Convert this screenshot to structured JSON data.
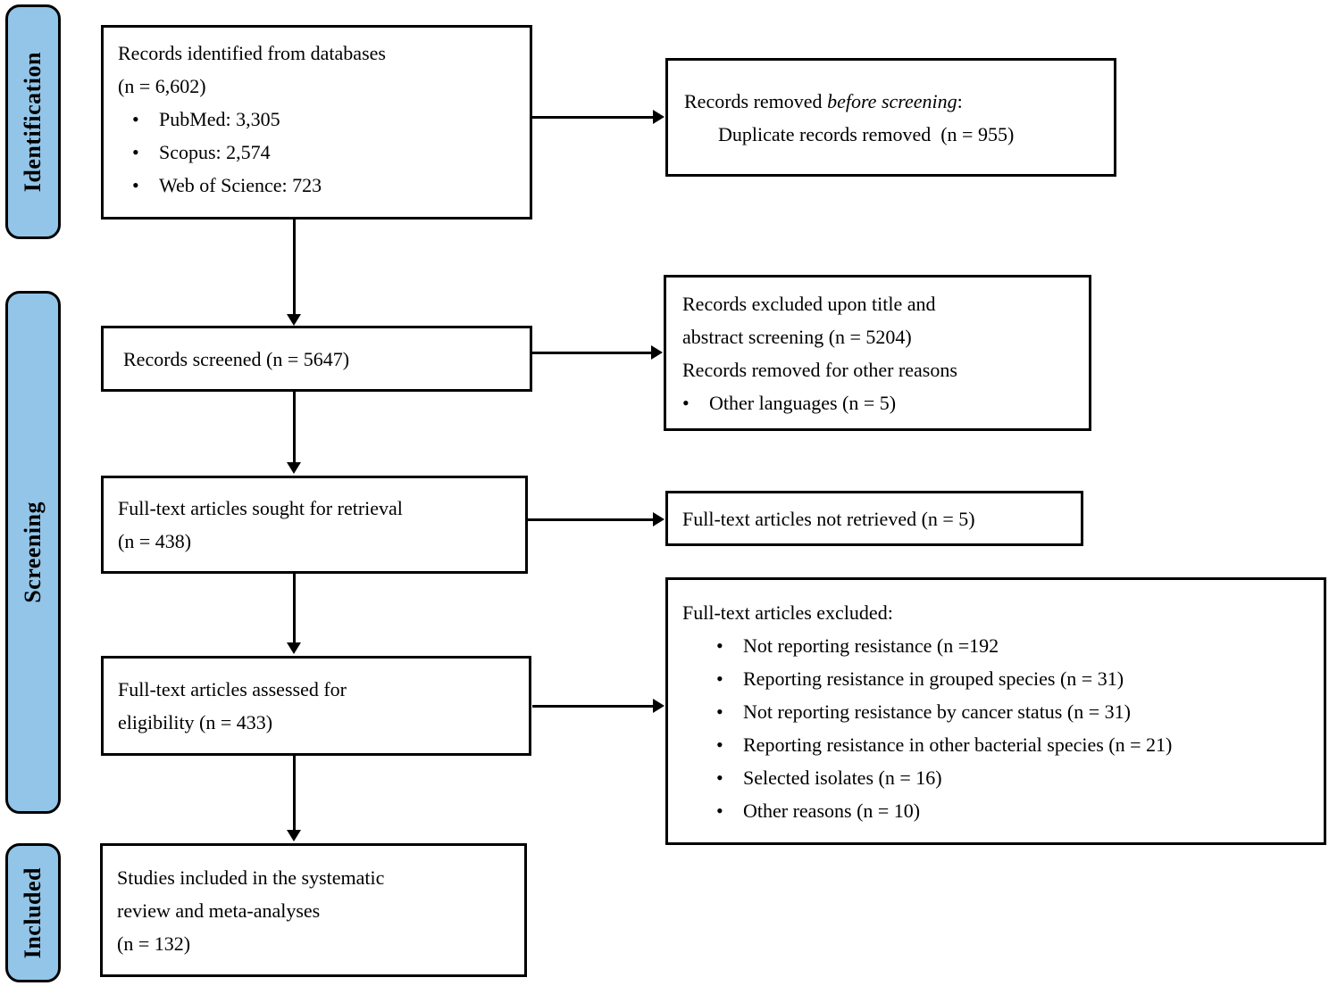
{
  "bullet_char": "•",
  "colors": {
    "stage_fill": "#92C5E8",
    "box_border": "#000000",
    "background": "#FFFFFF"
  },
  "stages": {
    "identification": "Identification",
    "screening": "Screening",
    "included": "Included"
  },
  "boxes": {
    "records_identified": {
      "line1": "Records identified from databases",
      "line2": "(n = 6,602)",
      "bullets": [
        "PubMed: 3,305",
        "Scopus: 2,574",
        "Web of Science: 723"
      ]
    },
    "records_removed": {
      "line1_prefix": "Records removed ",
      "line1_italic": "before screening",
      "line1_suffix": ":",
      "line2": "Duplicate records removed  (n = 955)"
    },
    "records_screened": {
      "line1": "Records screened (n = 5647)"
    },
    "records_excluded": {
      "line1": "Records excluded upon title and",
      "line2": "abstract screening (n = 5204)",
      "line3": "Records removed for other reasons",
      "bullets": [
        "Other languages (n = 5)"
      ]
    },
    "fulltext_sought": {
      "line1": "Full-text articles sought for retrieval",
      "line2": "(n = 438)"
    },
    "fulltext_not_retrieved": {
      "line1": "Full-text articles not retrieved (n = 5)"
    },
    "fulltext_assessed": {
      "line1": "Full-text articles assessed for",
      "line2": "eligibility (n = 433)"
    },
    "fulltext_excluded": {
      "title": "Full-text articles excluded:",
      "bullets": [
        "Not reporting resistance (n =192",
        "Reporting resistance in grouped species (n = 31)",
        "Not reporting resistance by cancer status (n = 31)",
        "Reporting resistance in other bacterial species (n = 21)",
        "Selected isolates (n = 16)",
        "Other reasons (n = 10)"
      ]
    },
    "studies_included": {
      "line1": "Studies included in the systematic",
      "line2": "review and meta-analyses",
      "line3": "(n = 132)"
    }
  }
}
